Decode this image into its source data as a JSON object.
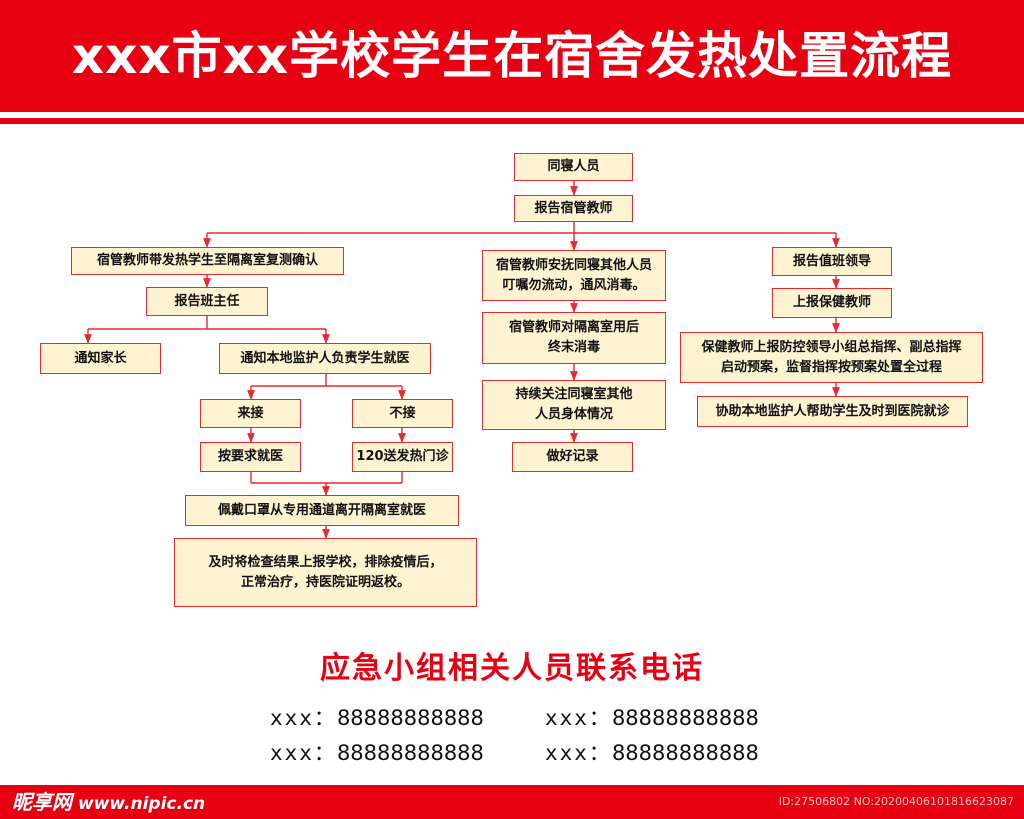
{
  "header": {
    "title": "xxx市xx学校学生在宿舍发热处置流程"
  },
  "flow": {
    "top": {
      "roommate": "同寝人员",
      "report_manager": "报告宿管教师"
    },
    "left": {
      "escort_recheck": "宿管教师带发热学生至隔离室复测确认",
      "report_headteacher": "报告班主任",
      "notify_parents": "通知家长",
      "notify_guardian": "通知本地监护人负责学生就医",
      "pickup": "来接",
      "no_pickup": "不接",
      "per_request": "按要求就医",
      "ambulance_120": "120送发热门诊",
      "mask_leave": "佩戴口罩从专用通道离开隔离室就医",
      "report_results_line1": "及时将检查结果上报学校，排除疫情后，",
      "report_results_line2": "正常治疗，持医院证明返校。"
    },
    "middle": {
      "comfort_line1": "宿管教师安抚同寝其他人员",
      "comfort_line2": "叮嘱勿流动，通风消毒。",
      "disinfect_line1": "宿管教师对隔离室用后",
      "disinfect_line2": "终末消毒",
      "monitor_line1": "持续关注同寝室其他",
      "monitor_line2": "人员身体情况",
      "record": "做好记录"
    },
    "right": {
      "report_duty_leader": "报告值班领导",
      "report_health_teacher": "上报保健教师",
      "health_report_line1": "保健教师上报防控领导小组总指挥、副总指挥",
      "health_report_line2": "启动预案，监督指挥按预案处置全过程",
      "assist_guardian": "协助本地监护人帮助学生及时到医院就诊"
    }
  },
  "contacts": {
    "title": "应急小组相关人员联系电话",
    "items": [
      {
        "label": "xxx：",
        "phone": "88888888888"
      },
      {
        "label": "xxx：",
        "phone": "88888888888"
      },
      {
        "label": "xxx：",
        "phone": "88888888888"
      },
      {
        "label": "xxx：",
        "phone": "88888888888"
      }
    ]
  },
  "footer": {
    "brand": "昵享网",
    "url": "www.nipic.cn",
    "id_text": "ID:27506802 NO:20200406101816623087"
  },
  "colors": {
    "primary_red": "#e60012",
    "box_fill": "#fdf3d0",
    "box_border": "#e8292e"
  }
}
